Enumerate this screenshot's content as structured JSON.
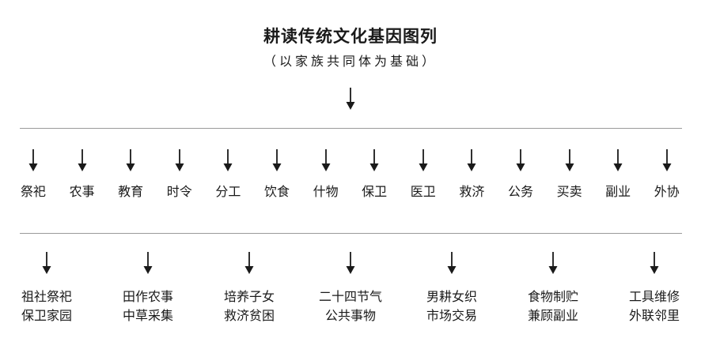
{
  "title": "耕读传统文化基因图列",
  "subtitle": "（以家族共同体为基础）",
  "categories": [
    "祭祀",
    "农事",
    "教育",
    "时令",
    "分工",
    "饮食",
    "什物",
    "保卫",
    "医卫",
    "救济",
    "公务",
    "买卖",
    "副业",
    "外协"
  ],
  "subgroups": [
    [
      "祖社祭祀",
      "保卫家园"
    ],
    [
      "田作农事",
      "中草采集"
    ],
    [
      "培养子女",
      "救济贫困"
    ],
    [
      "二十四节气",
      "公共事物"
    ],
    [
      "男耕女织",
      "市场交易"
    ],
    [
      "食物制贮",
      "兼顾副业"
    ],
    [
      "工具维修",
      "外联邻里"
    ]
  ],
  "icons": {
    "arrow": "arrow-down-icon"
  },
  "colors": {
    "text": "#1a1a1a",
    "divider": "#9a9a9a",
    "background": "#ffffff"
  }
}
